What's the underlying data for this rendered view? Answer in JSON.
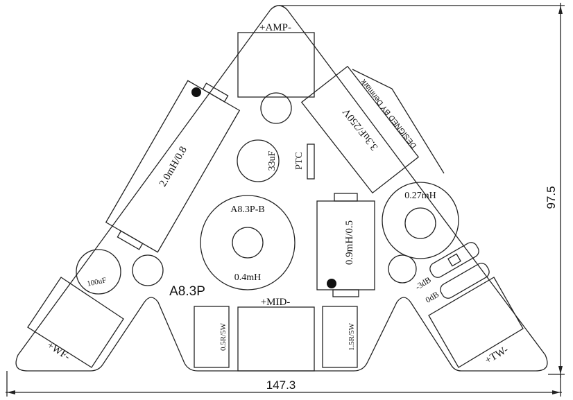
{
  "board": {
    "connectors": {
      "amp": "+AMP-",
      "mid": "+MID-",
      "wf": "+WF-",
      "tw": "+TW-"
    },
    "components": {
      "inductor_large": "2.0mH/0.8",
      "cap_film": "3.3uF/250V",
      "cap_33": "33uF",
      "ptc": "PTC",
      "inductor_mid_core": "A8.3P-B",
      "inductor_mid_value": "0.4mH",
      "inductor_small": "0.9mH/0.5",
      "inductor_tw": "0.27mH",
      "cap_100": "100uF",
      "res_1": "0.5R/5W",
      "res_2": "1.5R/5W",
      "atten_3db": "-3dB",
      "atten_0db": "0dB"
    },
    "model": "A8.3P",
    "credit": "DESIGNED BY Denmark"
  },
  "dimensions": {
    "width": "147.3",
    "height": "97.5"
  }
}
